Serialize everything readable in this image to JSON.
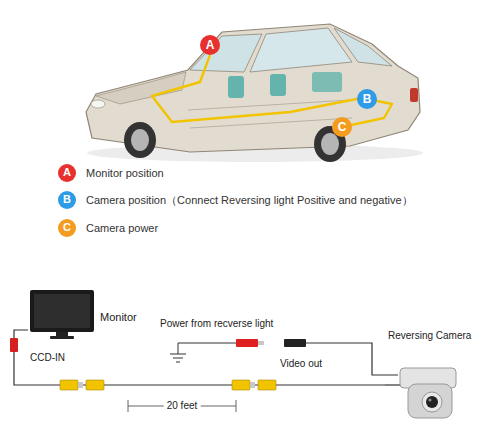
{
  "diagram": {
    "nodes": [
      {
        "text": [
          "A"
        ]
      },
      {
        "text": [
          "B"
        ]
      },
      {
        "text": [
          "C"
        ]
      },
      {
        "text": [
          "Monitor"
        ]
      },
      {
        "text": [
          "Reversing Camera"
        ]
      }
    ],
    "edges": [
      {
        "from": 3,
        "to": 4,
        "arrow": "none"
      }
    ],
    "labels": [
      "A",
      "B",
      "C",
      "CCD-IN",
      "Power from recverse light",
      "20 feet",
      "Video out"
    ],
    "legend": [
      {
        "text": "Monitor position",
        "color": "#e8312f"
      },
      {
        "text": "Camera position（Connect Reversing light Positive and negative）",
        "color": "#2e9be6"
      },
      {
        "text": "Camera power",
        "color": "#f39c1f"
      }
    ]
  }
}
